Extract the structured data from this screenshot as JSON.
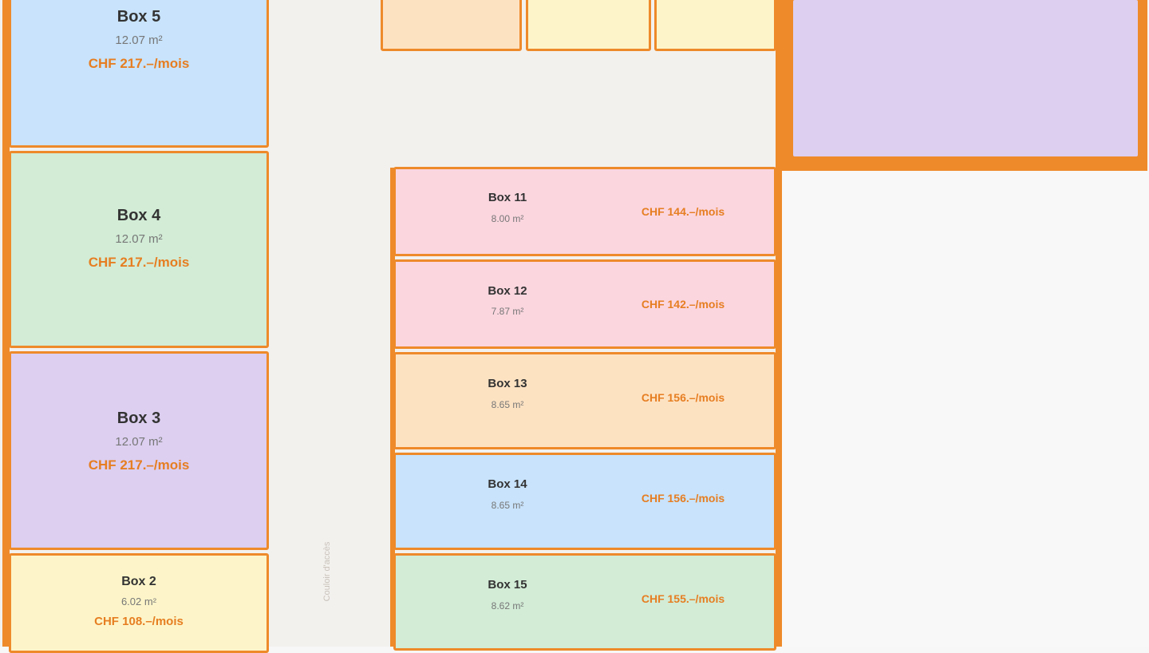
{
  "boxes_left": [
    {
      "name": "Box 5",
      "area": "12.07 m²",
      "price": "CHF 217.–/mois"
    },
    {
      "name": "Box 4",
      "area": "12.07 m²",
      "price": "CHF 217.–/mois"
    },
    {
      "name": "Box 3",
      "area": "12.07 m²",
      "price": "CHF 217.–/mois"
    },
    {
      "name": "Box 2",
      "area": "6.02 m²",
      "price": "CHF 108.–/mois"
    }
  ],
  "boxes_right": [
    {
      "name": "Box 11",
      "area": "8.00 m²",
      "price": "CHF 144.–/mois"
    },
    {
      "name": "Box 12",
      "area": "7.87 m²",
      "price": "CHF 142.–/mois"
    },
    {
      "name": "Box 13",
      "area": "8.65 m²",
      "price": "CHF 156.–/mois"
    },
    {
      "name": "Box 14",
      "area": "8.65 m²",
      "price": "CHF 156.–/mois"
    },
    {
      "name": "Box 15",
      "area": "8.62 m²",
      "price": "CHF 155.–/mois"
    }
  ],
  "corridor": {
    "label": "Couloir d'accès"
  },
  "colors": {
    "wall": "#ee8a2a",
    "price": "#e67e22",
    "blue": "#c8e3fb",
    "green": "#d2ecd6",
    "purple": "#dccff0",
    "yellow": "#fdf5c9",
    "peach": "#fde2c2",
    "pink": "#fbd6df"
  }
}
